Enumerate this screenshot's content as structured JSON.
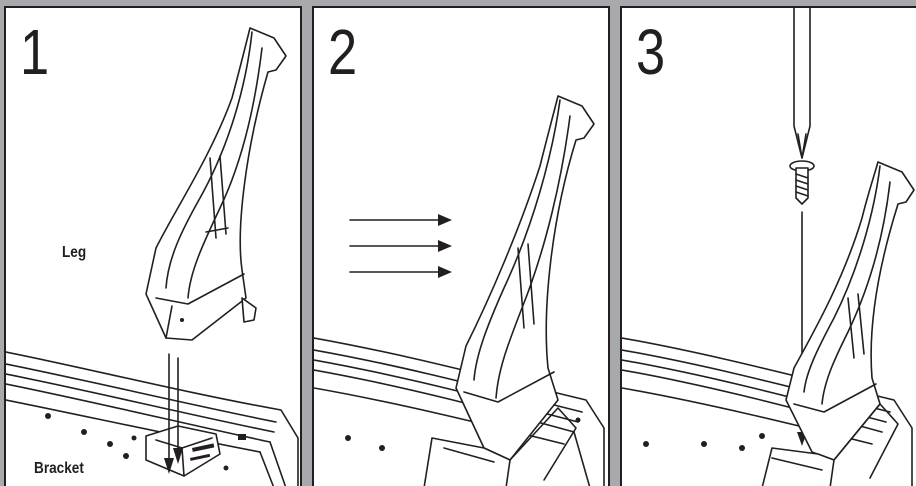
{
  "panels": [
    {
      "step": "1",
      "labels": {
        "leg": "Leg",
        "bracket": "Bracket"
      }
    },
    {
      "step": "2"
    },
    {
      "step": "3"
    }
  ],
  "colors": {
    "background": "#a7a9ac",
    "panel": "#ffffff",
    "ink": "#231f20"
  }
}
